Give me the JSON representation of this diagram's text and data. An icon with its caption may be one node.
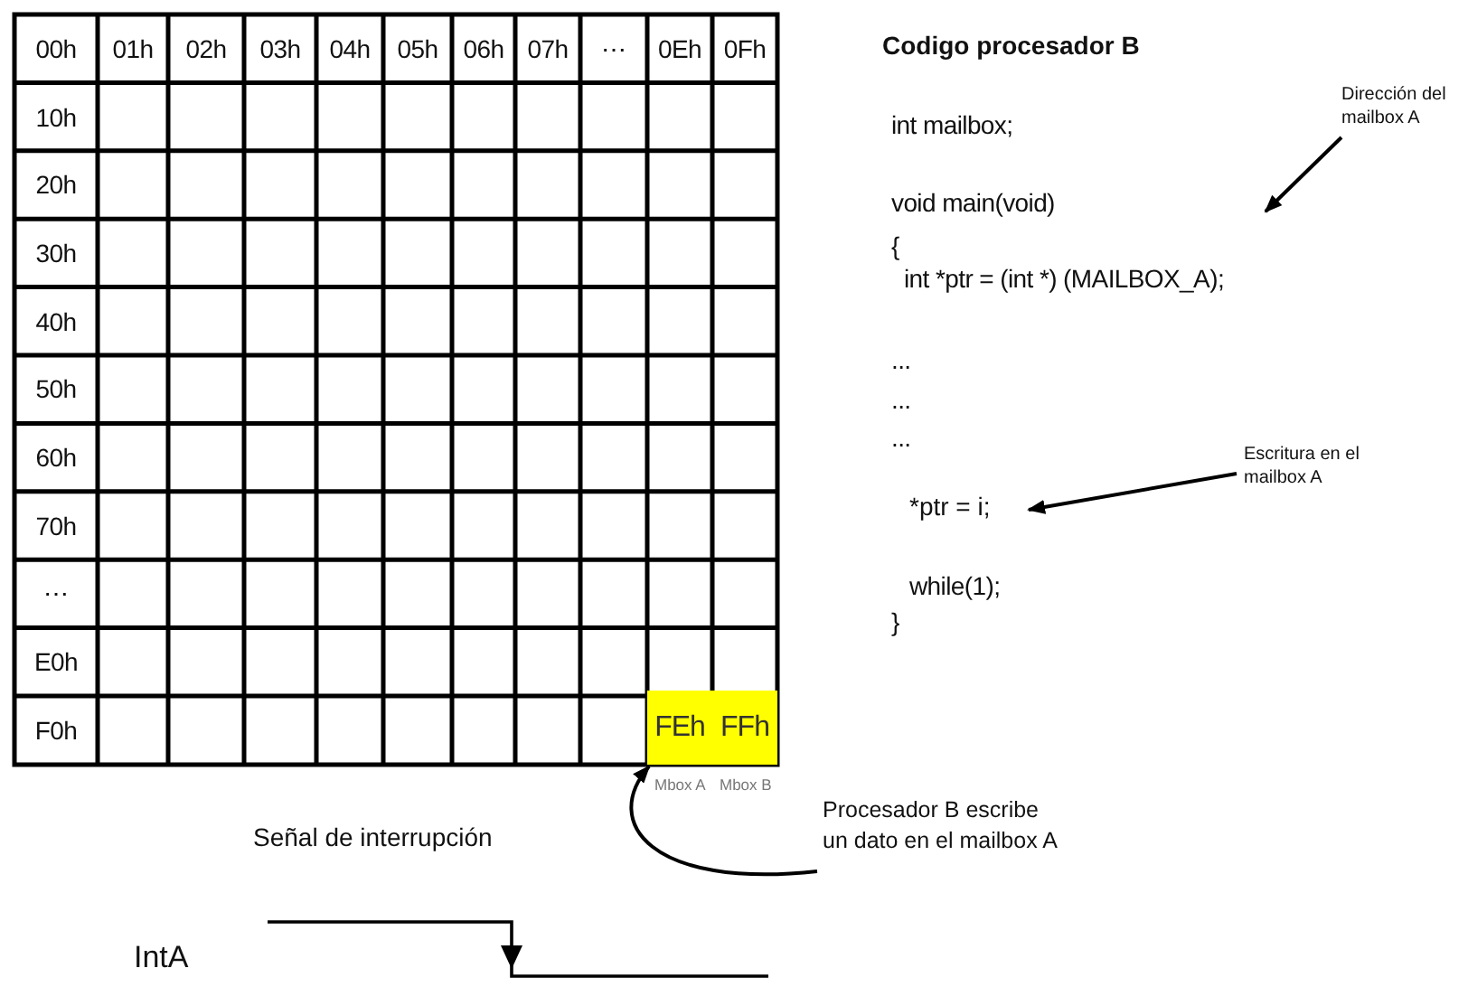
{
  "diagram": {
    "title": "Codigo procesador B",
    "nodes": [
      {
        "text": [
          "FEh"
        ],
        "beside": [
          "Mbox A"
        ]
      },
      {
        "text": [
          "FFh"
        ],
        "beside": [
          "Mbox B"
        ]
      },
      {
        "text": [
          "Dirección del mailbox A"
        ]
      },
      {
        "text": [
          "Escritura en el mailbox A"
        ]
      },
      {
        "text": [
          "*ptr = i;"
        ]
      },
      {
        "text": [
          "Procesador B escribe un dato en el mailbox A"
        ]
      }
    ],
    "edges": [
      {
        "from": 2,
        "to": null,
        "arrow": "to"
      },
      {
        "from": 3,
        "to": 4,
        "arrow": "to"
      },
      {
        "from": 5,
        "to": 0,
        "arrow": "to"
      }
    ],
    "labels": [
      "00h",
      "01h",
      "02h",
      "03h",
      "04h",
      "05h",
      "06h",
      "07h",
      "⋯",
      "0Eh",
      "0Fh",
      "10h",
      "20h",
      "30h",
      "40h",
      "50h",
      "60h",
      "70h",
      "⋯",
      "E0h",
      "F0h",
      "int mailbox;",
      "void main(void)",
      "{",
      "int *ptr = (int *) (MAILBOX_A);",
      "...",
      "...",
      "...",
      "while(1);",
      "}",
      "Señal de interrupción",
      "IntA"
    ]
  }
}
